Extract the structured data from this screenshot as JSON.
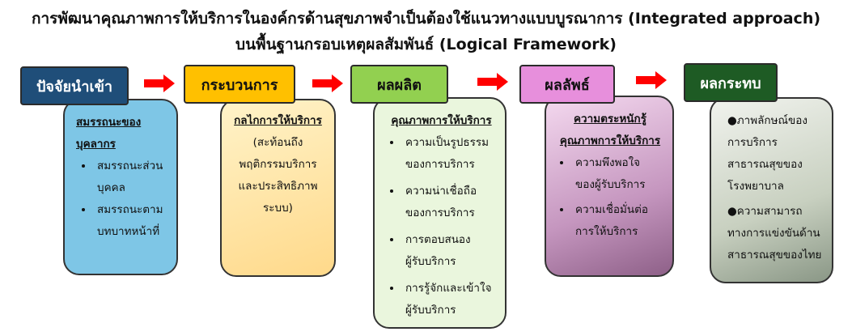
{
  "title": {
    "line1": "การพัฒนาคุณภาพการให้บริการในองค์กรด้านสุขภาพจำเป็นต้องใช้แนวทางแบบบูรณาการ (Integrated approach)",
    "line2": "บนพื้นฐานกรอบเหตุผลสัมพันธ์ (Logical Framework)"
  },
  "colors": {
    "input": "#1f4e79",
    "process": "#ffc000",
    "output": "#92d050",
    "outcome": "#e78fdc",
    "impact": "#1e5b24",
    "arrow": "#ff0000"
  },
  "columns": [
    {
      "header": "ปัจจัยนำเข้า",
      "heading_lines": [
        "สมรรถนะของ",
        "บุคลากร"
      ],
      "bullets": [
        [
          "สมรรถนะส่วน",
          "บุคคล"
        ],
        [
          "สมรรถนะตาม",
          "บทบาทหน้าที่"
        ]
      ]
    },
    {
      "header": "กระบวนการ",
      "heading": "กลไกการให้บริการ",
      "lines": [
        "(สะท้อนถึง",
        "พฤติกรรมบริการ",
        "และประสิทธิภาพ",
        "ระบบ)"
      ]
    },
    {
      "header": "ผลผลิต",
      "heading": "คุณภาพการให้บริการ",
      "bullets": [
        [
          "ความเป็นรูปธรรม",
          "ของการบริการ"
        ],
        [
          "ความน่าเชื่อถือ",
          "ของการบริการ"
        ],
        [
          "การตอบสนอง",
          "ผู้รับบริการ"
        ],
        [
          "การรู้จักและเข้าใจ",
          "ผู้รับบริการ"
        ]
      ]
    },
    {
      "header": "ผลลัพธ์",
      "heading_lines": [
        "ความตระหนักรู้",
        "คุณภาพการให้บริการ"
      ],
      "bullets": [
        [
          "ความพึงพอใจ",
          "ของผู้รับบริการ"
        ],
        [
          "ความเชื่อมั่นต่อ",
          "การให้บริการ"
        ]
      ]
    },
    {
      "header": "ผลกระทบ",
      "items": [
        [
          "●ภาพลักษณ์ของ",
          "การบริการ",
          "สาธารณสุขของ",
          "โรงพยาบาล"
        ],
        [
          "●ความสามารถ",
          "ทางการแข่งขันด้าน",
          "สาธารณสุขของไทย"
        ]
      ]
    }
  ]
}
